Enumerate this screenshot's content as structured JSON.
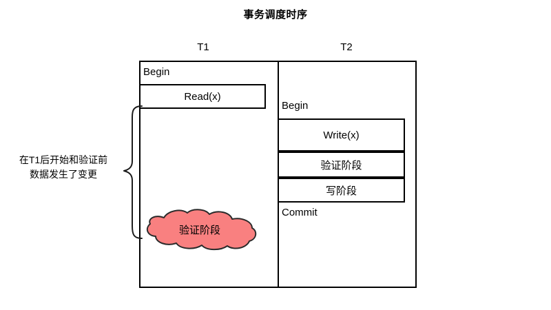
{
  "diagram": {
    "title": "事务调度时序",
    "type": "transaction-schedule-timeline"
  },
  "columns": [
    {
      "id": "t1",
      "header": "T1"
    },
    {
      "id": "t2",
      "header": "T2"
    }
  ],
  "t1": {
    "begin_label": "Begin",
    "operations": [
      {
        "name": "read-x",
        "label": "Read(x)"
      }
    ],
    "cloud": {
      "label": "验证阶段",
      "fill": "#F98080",
      "stroke": "#2a2a2a"
    }
  },
  "t2": {
    "begin_label": "Begin",
    "commit_label": "Commit",
    "operations": [
      {
        "name": "write-x",
        "label": "Write(x)"
      },
      {
        "name": "validate-phase",
        "label": "验证阶段"
      },
      {
        "name": "write-phase",
        "label": "写阶段"
      }
    ]
  },
  "annotation": {
    "lines": [
      "在T1后开始和验证前",
      "数据发生了变更"
    ],
    "brace": "left-curly-brace"
  },
  "colors": {
    "stroke": "#000000",
    "background": "#FFFFFF",
    "cloud_fill": "#F98080",
    "text": "#000000"
  }
}
